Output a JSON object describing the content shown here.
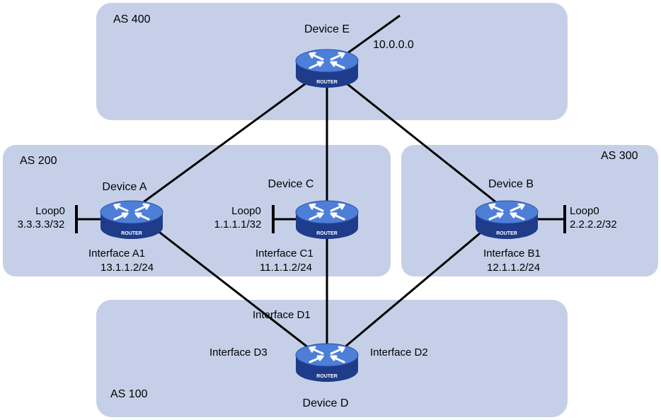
{
  "colors": {
    "as_region_fill": "#c5d0e8",
    "router_body": "#2e54b5",
    "router_top": "#4d7fd8",
    "router_band": "#1f3c8a",
    "link": "#000000"
  },
  "as_regions": [
    {
      "id": "as400",
      "label": "AS 400"
    },
    {
      "id": "as200",
      "label": "AS 200"
    },
    {
      "id": "as300",
      "label": "AS 300"
    },
    {
      "id": "as100",
      "label": "AS 100"
    }
  ],
  "devices": {
    "e": {
      "name": "Device E",
      "badge": "ROUTER"
    },
    "a": {
      "name": "Device A",
      "badge": "ROUTER"
    },
    "c": {
      "name": "Device C",
      "badge": "ROUTER"
    },
    "b": {
      "name": "Device B",
      "badge": "ROUTER"
    },
    "d": {
      "name": "Device D",
      "badge": "ROUTER"
    }
  },
  "network_e": "10.0.0.0",
  "loopbacks": {
    "a": {
      "name": "Loop0",
      "ip": "3.3.3.3/32"
    },
    "c": {
      "name": "Loop0",
      "ip": "1.1.1.1/32"
    },
    "b": {
      "name": "Loop0",
      "ip": "2.2.2.2/32"
    }
  },
  "interfaces": {
    "a1": {
      "name": "Interface A1",
      "ip": "13.1.1.2/24"
    },
    "c1": {
      "name": "Interface C1",
      "ip": "11.1.1.2/24"
    },
    "b1": {
      "name": "Interface B1",
      "ip": "12.1.1.2/24"
    },
    "d1": {
      "name": "Interface D1"
    },
    "d2": {
      "name": "Interface D2"
    },
    "d3": {
      "name": "Interface D3"
    }
  }
}
